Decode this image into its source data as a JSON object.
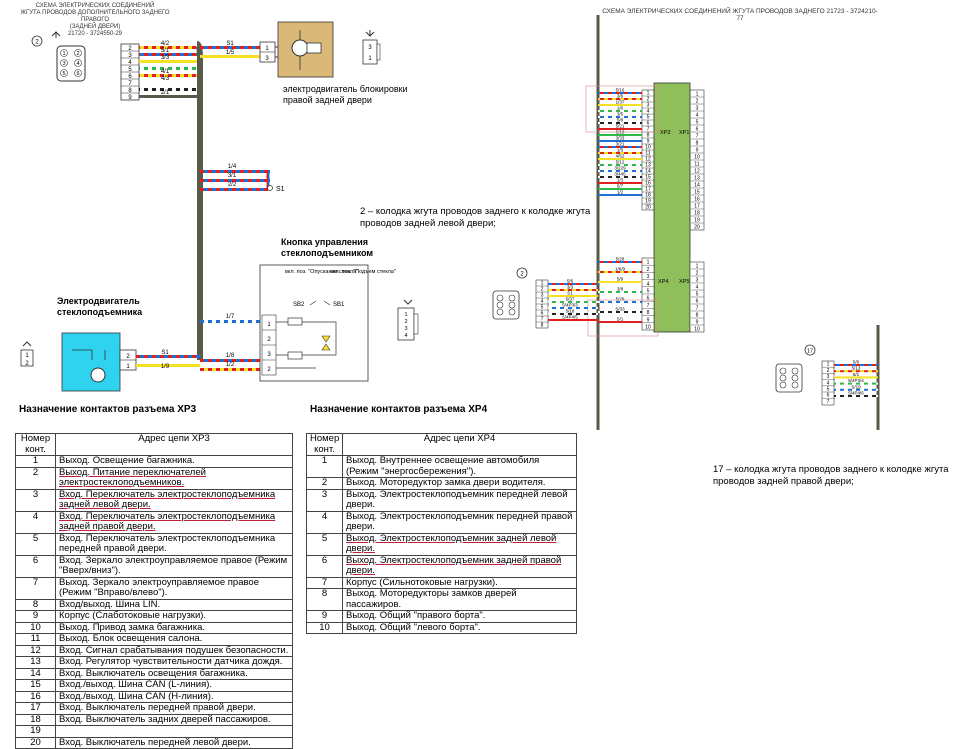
{
  "left_diagram": {
    "title_lines": [
      "СХЕМА ЭЛЕКТРИЧЕСКИХ СОЕДИНЕНИЙ",
      "ЖГУТА ПРОВОДОВ ДОПОЛНИТЕЛЬНОГО ЗАДНЕГО ПРАВОГО",
      "(ЗАДНЕЙ ДВЕРИ)",
      "21720 - 3724550-29"
    ],
    "connector_badge": "2",
    "connector_pins": [
      "1",
      "2",
      "3",
      "4",
      "5",
      "6",
      "7",
      "8",
      "9"
    ],
    "block_pins": [
      "2",
      "3",
      "4",
      "5",
      "6",
      "7",
      "8",
      "9"
    ],
    "wire_labels": [
      "4/2",
      "5/1",
      "3/3",
      "4/1",
      "4/3",
      "2/1"
    ],
    "lock_motor": {
      "wire_labels": [
        "S1",
        "1/5"
      ],
      "pins": [
        "1",
        "3"
      ],
      "label": "электродвигатель блокировки правой задней двери",
      "side_pins": [
        "3",
        "1"
      ]
    },
    "s1_wire_labels": [
      "1/4",
      "3/1",
      "2/2"
    ],
    "s1_label": "S1",
    "window_motor": {
      "label": "Электродвигатель стеклоподъемника",
      "wire_labels": [
        "S1",
        "1/9"
      ],
      "pins": [
        "2",
        "1"
      ],
      "side_pins": [
        "1",
        "2"
      ]
    },
    "switch": {
      "title": "Кнопка управления стеклоподъемником",
      "pos_down": "вкл. поз. \"Опускание стекла\"",
      "pos_up": "вкл. поз. \"Подъем стекла\"",
      "sb2": "SB2",
      "sb1": "SB1",
      "pins": [
        "1",
        "2",
        "3",
        "2"
      ],
      "wire_labels": [
        "1/7",
        "1/8",
        "1/2"
      ],
      "connector_pins": [
        "1",
        "2",
        "3",
        "4"
      ]
    }
  },
  "right_diagram": {
    "title": "СХЕМА ЭЛЕКТРИЧЕСКИХ СОЕДИНЕНИЙ ЖГУТА ПРОВОДОВ ЗАДНЕГО 21723 - 3724210-77",
    "xp3_label": "XP3",
    "xp1_label": "XP1",
    "xp4_label": "XP4",
    "xp5_label": "XP5",
    "xp3_wire_labels": [
      "5/16",
      "3/6",
      "1/37",
      "1/6",
      "3/5",
      "5/8",
      "5/21",
      "5/18",
      "3/33",
      "3/21",
      "1/5",
      "4/62",
      "5/12",
      "3/229",
      "3/445",
      "1/3",
      "5/7",
      "1/2"
    ],
    "xp4_wire_labels": [
      "5/28",
      "1/6/9",
      "5/9",
      "3/8",
      "5/29",
      "S/33",
      "S/1"
    ],
    "xp3_pins": [
      "1",
      "2",
      "3",
      "4",
      "5",
      "6",
      "7",
      "8",
      "9",
      "10",
      "11",
      "12",
      "13",
      "14",
      "15",
      "16",
      "17",
      "18",
      "19",
      "20"
    ],
    "xp1_pins": [
      "1",
      "2",
      "3",
      "4",
      "5",
      "6",
      "7",
      "8",
      "9",
      "10",
      "11",
      "12",
      "13",
      "14",
      "15",
      "16",
      "17",
      "18",
      "19",
      "20"
    ],
    "xp4_pins": [
      "1",
      "2",
      "3",
      "4",
      "5",
      "6",
      "7",
      "8",
      "9",
      "10"
    ],
    "xp5_pins": [
      "1",
      "2",
      "3",
      "4",
      "5",
      "6",
      "7",
      "8",
      "9",
      "10"
    ],
    "conn2_badge": "2",
    "conn2_pins": [
      "1",
      "2",
      "3",
      "4",
      "5",
      "6",
      "7",
      "8"
    ],
    "conn2_wire_labels": [
      "5/6",
      "3/3",
      "S1",
      "5/37",
      "5/4P3/3",
      "5/18",
      "5/4P4/5"
    ],
    "conn17_badge": "17",
    "conn17_pins": [
      "1",
      "2",
      "3",
      "4",
      "5",
      "6",
      "7"
    ],
    "conn17_wire_labels": [
      "5/6",
      "5/13",
      "5/1",
      "5/4P3/4",
      "S/19",
      "5/4P4/6"
    ]
  },
  "notes": {
    "conn2": "2 – колодка жгута проводов заднего к колодке жгута проводов задней левой двери;",
    "conn17": "17 – колодка жгута проводов заднего к колодке жгута проводов задней правой двери;"
  },
  "xp3_table": {
    "title": "Назначение контактов разъема ХР3",
    "header_num": "Номер конт.",
    "header_addr": "Адрес цепи ХР3",
    "rows": [
      {
        "n": "1",
        "t": "Выход. Освещение багажника."
      },
      {
        "n": "2",
        "t": "Выход. Питание переключателей электростеклоподъемников."
      },
      {
        "n": "3",
        "t": "Вход. Переключатель электростеклоподъемника задней левой двери."
      },
      {
        "n": "4",
        "t": "Вход. Переключатель электростеклоподъемника задней правой двери."
      },
      {
        "n": "5",
        "t": "Вход. Переключатель электростеклоподъемника передней правой двери."
      },
      {
        "n": "6",
        "t": "Вход. Зеркало электроуправляемое правое (Режим \"Вверх/вниз\")."
      },
      {
        "n": "7",
        "t": "Выход. Зеркало электроуправляемое правое (Режим \"Вправо/влево\")."
      },
      {
        "n": "8",
        "t": "Вход/выход. Шина LIN."
      },
      {
        "n": "9",
        "t": "Корпус (Слаботоковые нагрузки)."
      },
      {
        "n": "10",
        "t": "Выход. Привод замка багажника."
      },
      {
        "n": "11",
        "t": "Выход. Блок освещения салона."
      },
      {
        "n": "12",
        "t": "Вход. Сигнал срабатывания подушек безопасности."
      },
      {
        "n": "13",
        "t": "Вход. Регулятор чувствительности датчика дождя."
      },
      {
        "n": "14",
        "t": "Вход. Выключатель освещения багажника."
      },
      {
        "n": "15",
        "t": "Вход./выход. Шина CAN (L-линия)."
      },
      {
        "n": "16",
        "t": "Вход./выход. Шина CAN (H-линия)."
      },
      {
        "n": "17",
        "t": "Вход. Выключатель передней правой двери."
      },
      {
        "n": "18",
        "t": "Вход. Выключатель задних дверей пассажиров."
      },
      {
        "n": "19",
        "t": ""
      },
      {
        "n": "20",
        "t": "Вход. Выключатель передней левой двери."
      }
    ]
  },
  "xp4_table": {
    "title": "Назначение контактов разъема ХР4",
    "header_num": "Номер конт.",
    "header_addr": "Адрес цепи ХР4",
    "rows": [
      {
        "n": "1",
        "t": "Выход. Внутреннее освещение автомобиля (Режим \"энергосбережения\")."
      },
      {
        "n": "2",
        "t": "Выход. Моторедуктор замка двери водителя."
      },
      {
        "n": "3",
        "t": "Выход. Электростеклоподъемник передней левой двери."
      },
      {
        "n": "4",
        "t": "Выход. Электростеклоподъемник передней правой двери."
      },
      {
        "n": "5",
        "t": "Выход. Электростеклоподъемник задней левой двери."
      },
      {
        "n": "6",
        "t": "Выход. Электростеклоподъемник задней правой двери."
      },
      {
        "n": "7",
        "t": "Корпус (Сильнотоковые нагрузки)."
      },
      {
        "n": "8",
        "t": "Выход. Моторедукторы замков дверей пассажиров."
      },
      {
        "n": "9",
        "t": "Выход. Общий \"правого борта\"."
      },
      {
        "n": "10",
        "t": "Выход. Общий \"левого борта\"."
      }
    ]
  },
  "colors": {
    "harness": "#5a5a4a",
    "block_green": "#8fbf5a",
    "motor_cyan": "#2fd3f0",
    "lock_tan": "#d9b878",
    "wire_red": "#e02020",
    "wire_blue": "#1e6fd6",
    "wire_yellow": "#f5e024",
    "wire_green": "#2fb84a",
    "underline_red": "#c0203a"
  }
}
